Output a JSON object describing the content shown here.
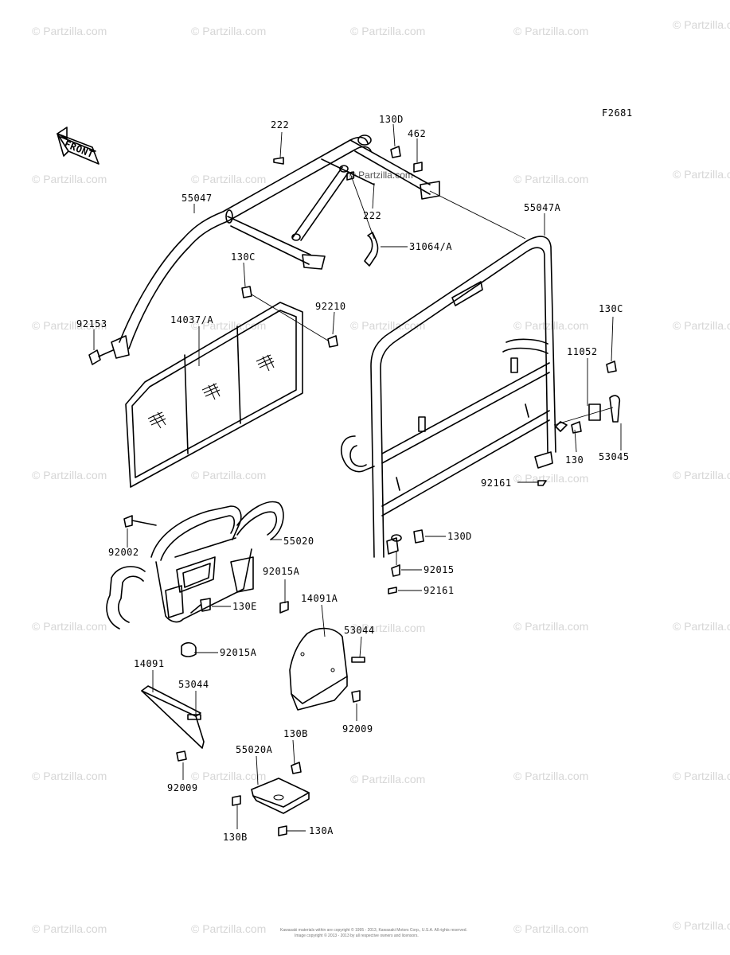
{
  "figure_code": "F2681",
  "front_arrow": "FRONT",
  "watermark": "© Partzilla.com",
  "watermark_center": "© Partzilla.com",
  "footer_line1": "Kawasaki materials within are copyright © 1995 - 2013, Kawasaki Motors Corp., U.S.A. All rights reserved.",
  "footer_line2": "Image copyright © 2013 - 2013 by all respective owners and licensors.",
  "labels": {
    "l222a": "222",
    "l130d_top": "130D",
    "l462": "462",
    "l222b": "222",
    "l55047": "55047",
    "l55047a": "55047A",
    "l31064a": "31064/A",
    "l130c_left": "130C",
    "l92210": "92210",
    "l92153": "92153",
    "l14037a": "14037/A",
    "l130c_right": "130C",
    "l11052": "11052",
    "l130": "130",
    "l53045": "53045",
    "l92161a": "92161",
    "l92002": "92002",
    "l55020": "55020",
    "l130d_mid": "130D",
    "l92015a_1": "92015A",
    "l92015": "92015",
    "l130e": "130E",
    "l92161b": "92161",
    "l14091a": "14091A",
    "l92015a_2": "92015A",
    "l53044a": "53044",
    "l14091": "14091",
    "l53044b": "53044",
    "l92009a": "92009",
    "l130b_top": "130B",
    "l55020a": "55020A",
    "l92009b": "92009",
    "l130b_bot": "130B",
    "l130a": "130A"
  }
}
